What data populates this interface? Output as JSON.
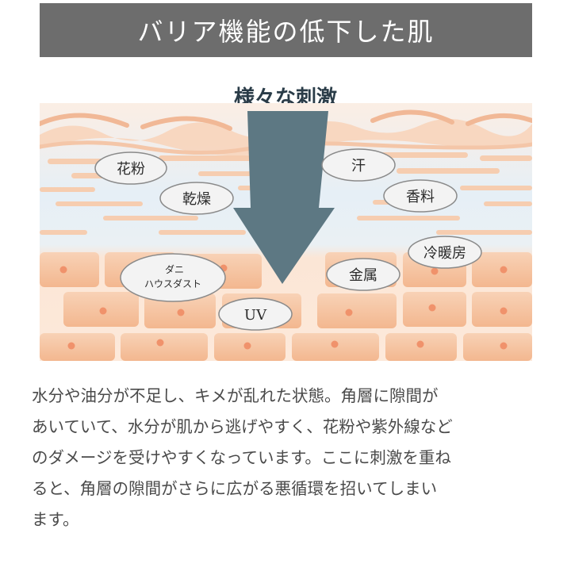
{
  "header": {
    "title": "バリア機能の低下した肌"
  },
  "diagram": {
    "arrow_label": "様々な刺激",
    "stimuli": {
      "pollen": "花粉",
      "dryness": "乾燥",
      "sweat": "汗",
      "fragrance": "香料",
      "mites_line1": "ダニ",
      "mites_line2": "ハウスダスト",
      "metal": "金属",
      "air_conditioning": "冷暖房",
      "uv": "UV"
    }
  },
  "description": {
    "lines": [
      "水分や油分が不足し、キメが乱れた状態。角層に隙間が",
      "あいていて、水分が肌から逃げやすく、花粉や紫外線など",
      "のダメージを受けやすくなっています。ここに刺激を重ね",
      "ると、角層の隙間がさらに広がる悪循環を招いてしまい",
      "ます。"
    ]
  },
  "colors": {
    "header_bg": "#6d6d6d",
    "arrow": "#5d7883",
    "skin_peach": "#f6c7a6",
    "skin_blue": "#d4e4ef",
    "cell_nucleus": "#f0926b"
  }
}
